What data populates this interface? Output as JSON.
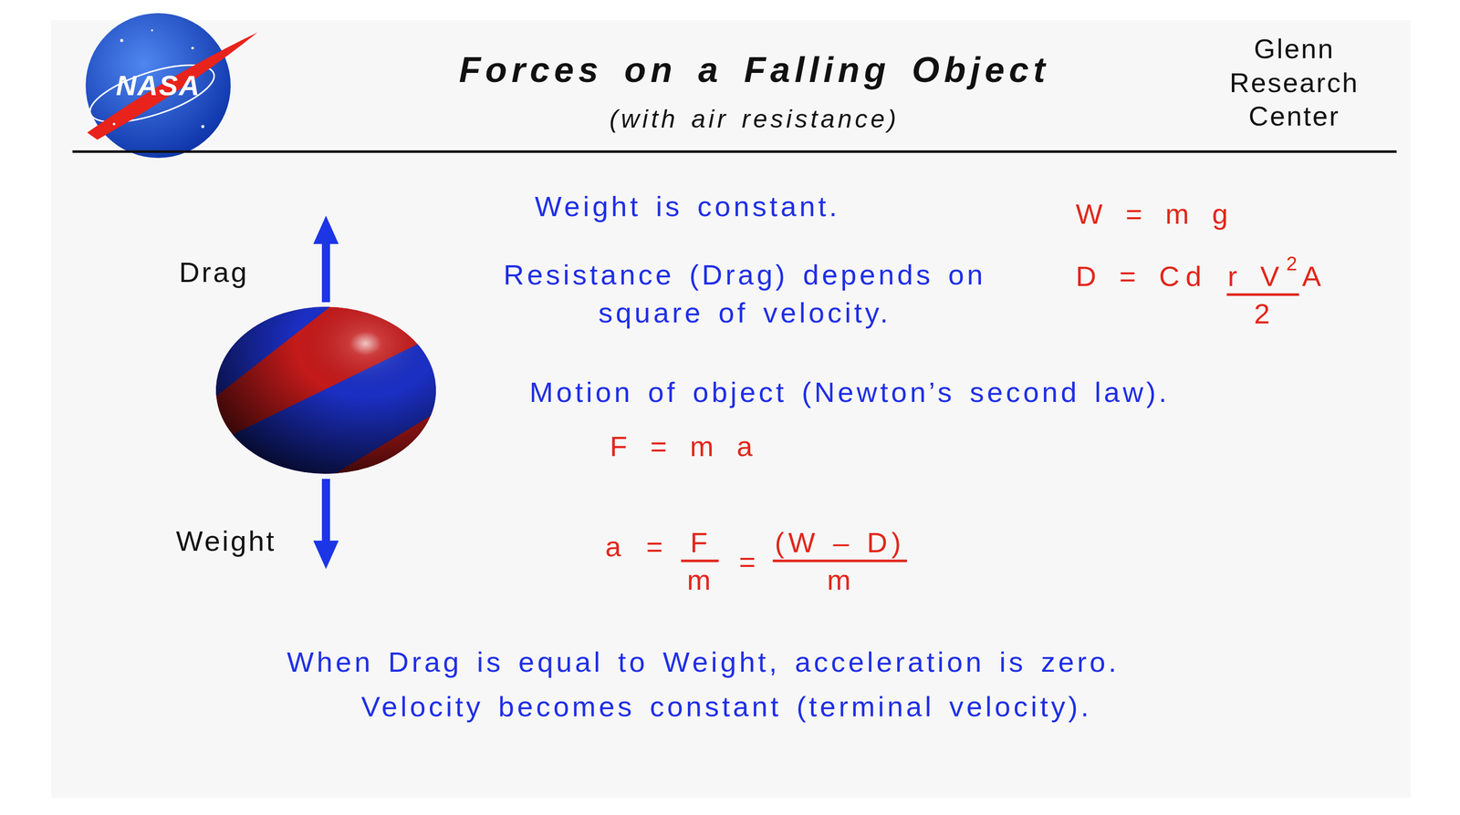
{
  "diagram": {
    "title": "Forces on a Falling Object",
    "labels": [
      "NASA",
      "(with air resistance)",
      "Glenn Research Center",
      "Drag",
      "Weight",
      "Weight is constant.",
      "W = m g",
      "Resistance (Drag) depends on square of velocity.",
      "D = Cd",
      "r V",
      "2",
      "A",
      "2",
      "Motion of object (Newton’s second law).",
      "F = m a",
      "a =",
      "F",
      "m",
      "=",
      "(W – D)",
      "m",
      "When Drag is equal to Weight, acceleration is zero.",
      "Velocity becomes constant (terminal velocity)."
    ]
  }
}
